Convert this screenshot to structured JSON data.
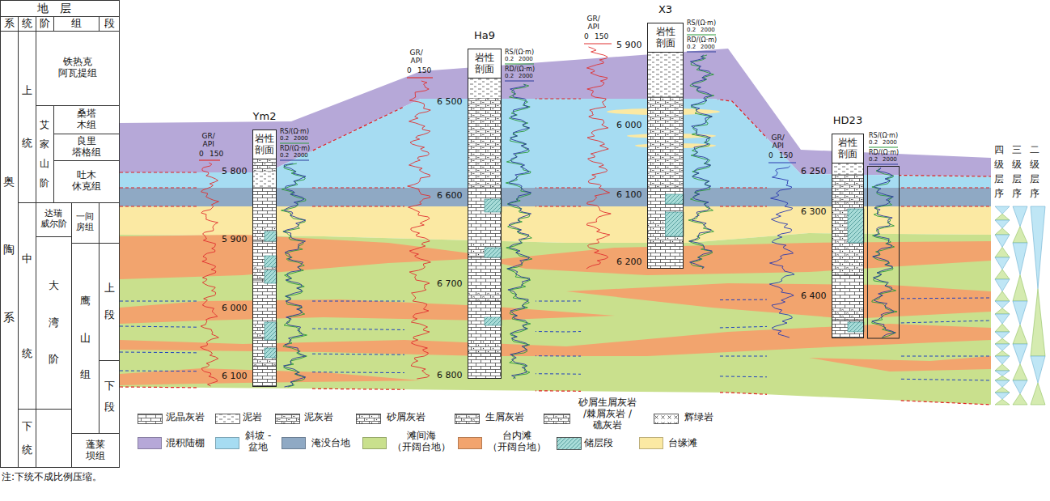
{
  "diagram": {
    "nodes": [
      {
        "text": [
          "Ym2",
          "岩性剖面"
        ]
      },
      {
        "text": [
          "Ha9",
          "岩性剖面"
        ]
      },
      {
        "text": [
          "X3",
          "岩性剖面"
        ]
      },
      {
        "text": [
          "HD23",
          "岩性剖面"
        ]
      }
    ],
    "labels": [
      "地层",
      "系",
      "统",
      "阶",
      "组",
      "段",
      "奥陶系",
      "上统",
      "中统",
      "下统",
      "铁热克 阿瓦提组",
      "艾家山阶",
      "桑塔 木组",
      "良里 塔格组",
      "吐木 休克组",
      "达瑞 威尔阶",
      "一间 房组",
      "大湾阶",
      "鹰山组",
      "上段",
      "下段",
      "蓬莱 坝组",
      "GR/ API",
      "0",
      "150",
      "RS/(Ω·m)",
      "0.2",
      "2000",
      "RD/(Ω·m)",
      "0.2",
      "2000",
      "5 800",
      "5 900",
      "6 000",
      "6 100",
      "GR/ API",
      "0",
      "150",
      "RS/(Ω·m)",
      "0.2",
      "2000",
      "RD/(Ω·m)",
      "0.2",
      "2000",
      "6 500",
      "6 600",
      "6 700",
      "6 800",
      "GR/ API",
      "0",
      "150",
      "RS/(Ω·m)",
      "0.2",
      "2000",
      "RD/(Ω·m)",
      "0.2",
      "2000",
      "5 900",
      "6 000",
      "6 100",
      "6 200",
      "GR/ API",
      "0",
      "150",
      "RS/(Ω·m)",
      "0.2",
      "2000",
      "RD/(Ω·m)",
      "0.2",
      "2000",
      "6 250",
      "6 300",
      "6 400",
      "四级层序",
      "三级层序",
      "二级层序",
      "注:下统不成比例压缩。"
    ],
    "legend": [
      {
        "text": "泥晶灰岩"
      },
      {
        "text": "泥岩"
      },
      {
        "text": "泥灰岩"
      },
      {
        "text": "砂屑灰岩"
      },
      {
        "text": "生屑灰岩"
      },
      {
        "text": "砂屑生屑灰岩 /棘屑灰岩 /礁灰岩"
      },
      {
        "text": "辉绿岩"
      },
      {
        "text": "混积陆棚",
        "color": "#b6a8d8"
      },
      {
        "text": "斜坡 -盆地",
        "color": "#a6dcf2"
      },
      {
        "text": "淹没台地",
        "color": "#8fa9c4"
      },
      {
        "text": "滩间海 （开阔台地）",
        "color": "#c9e08d"
      },
      {
        "text": "台内滩 （开阔台地）",
        "color": "#f2a46e"
      },
      {
        "text": "储层段"
      },
      {
        "text": "台缘滩",
        "color": "#fbe9a3"
      }
    ]
  }
}
